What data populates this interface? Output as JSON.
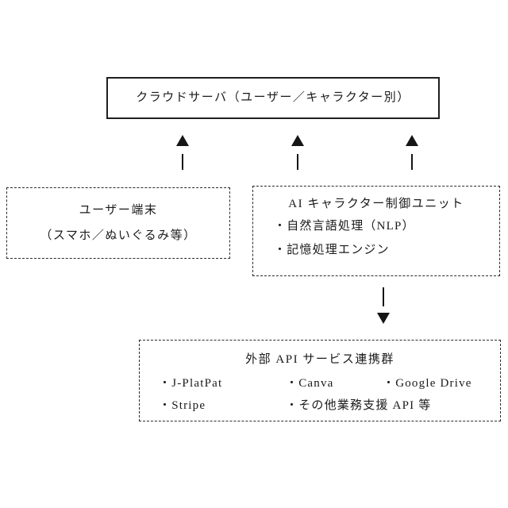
{
  "diagram": {
    "cloud_server": {
      "label": "クラウドサーバ（ユーザー／キャラクター別）"
    },
    "user_terminal": {
      "line1": "ユーザー端末",
      "line2": "（スマホ／ぬいぐるみ等）"
    },
    "ai_unit": {
      "title": "AI キャラクター制御ユニット",
      "items": [
        "・自然言語処理（NLP）",
        "・記憶処理エンジン"
      ]
    },
    "external_api": {
      "title": "外部 API サービス連携群",
      "row1": [
        "・J-PlatPat",
        "・Canva",
        "・Google Drive"
      ],
      "row2": [
        "・Stripe",
        "・その他業務支援 API 等"
      ]
    }
  }
}
